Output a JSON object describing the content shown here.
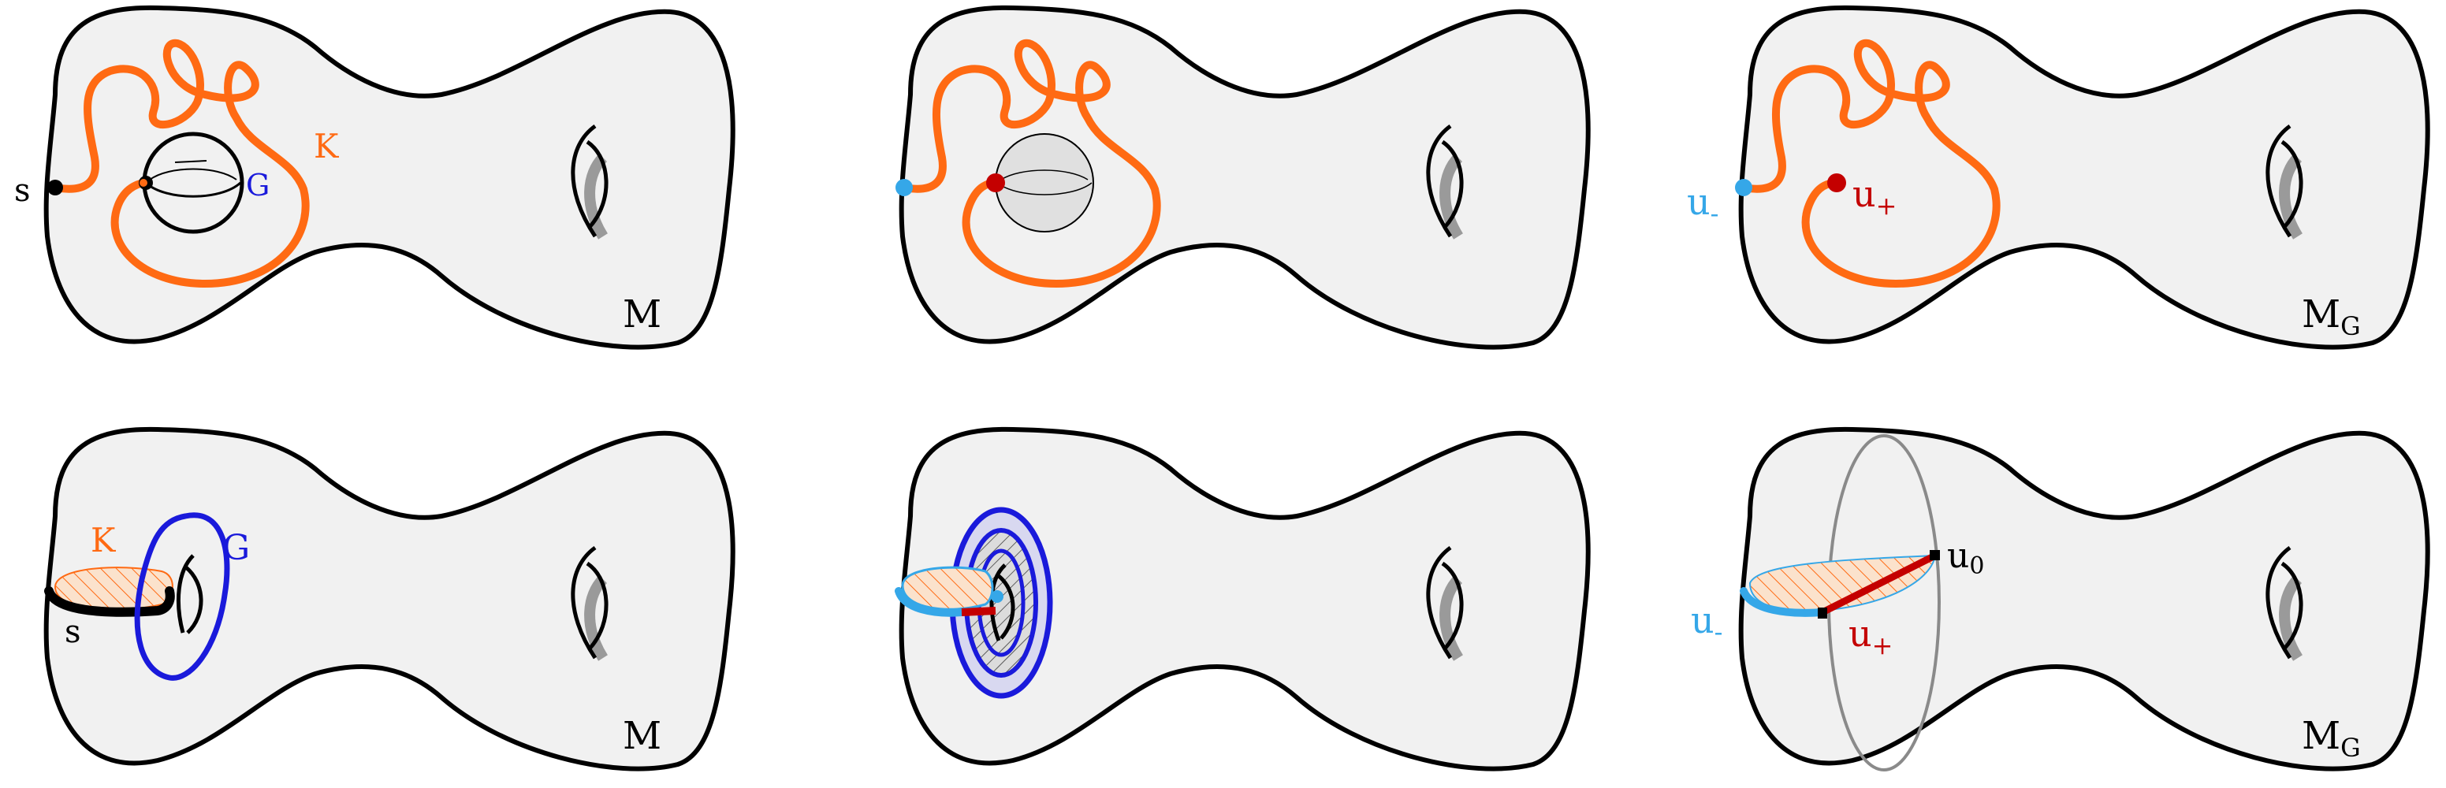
{
  "colors": {
    "surface_fill": "#f1f1f1",
    "outline": "#000000",
    "knot": "#ff6a13",
    "sphere_blue": "#1a1adb",
    "cyan": "#35a7e8",
    "red": "#c40000"
  },
  "panels": [
    {
      "id": "top-left",
      "labels": {
        "s": "s",
        "K": "K",
        "G": "G",
        "M": "M"
      }
    },
    {
      "id": "top-middle",
      "labels": {}
    },
    {
      "id": "top-right",
      "labels": {
        "u_minus": "u",
        "u_minus_sub": "-",
        "u_plus": "u",
        "u_plus_sub": "+",
        "M": "M",
        "M_sub": "G"
      }
    },
    {
      "id": "bottom-left",
      "labels": {
        "s": "s",
        "K": "K",
        "G": "G",
        "M": "M"
      }
    },
    {
      "id": "bottom-middle",
      "labels": {}
    },
    {
      "id": "bottom-right",
      "labels": {
        "u_minus": "u",
        "u_minus_sub": "-",
        "u_plus": "u",
        "u_plus_sub": "+",
        "u_zero": "u",
        "u_zero_sub": "0",
        "M": "M",
        "M_sub": "G"
      }
    }
  ]
}
